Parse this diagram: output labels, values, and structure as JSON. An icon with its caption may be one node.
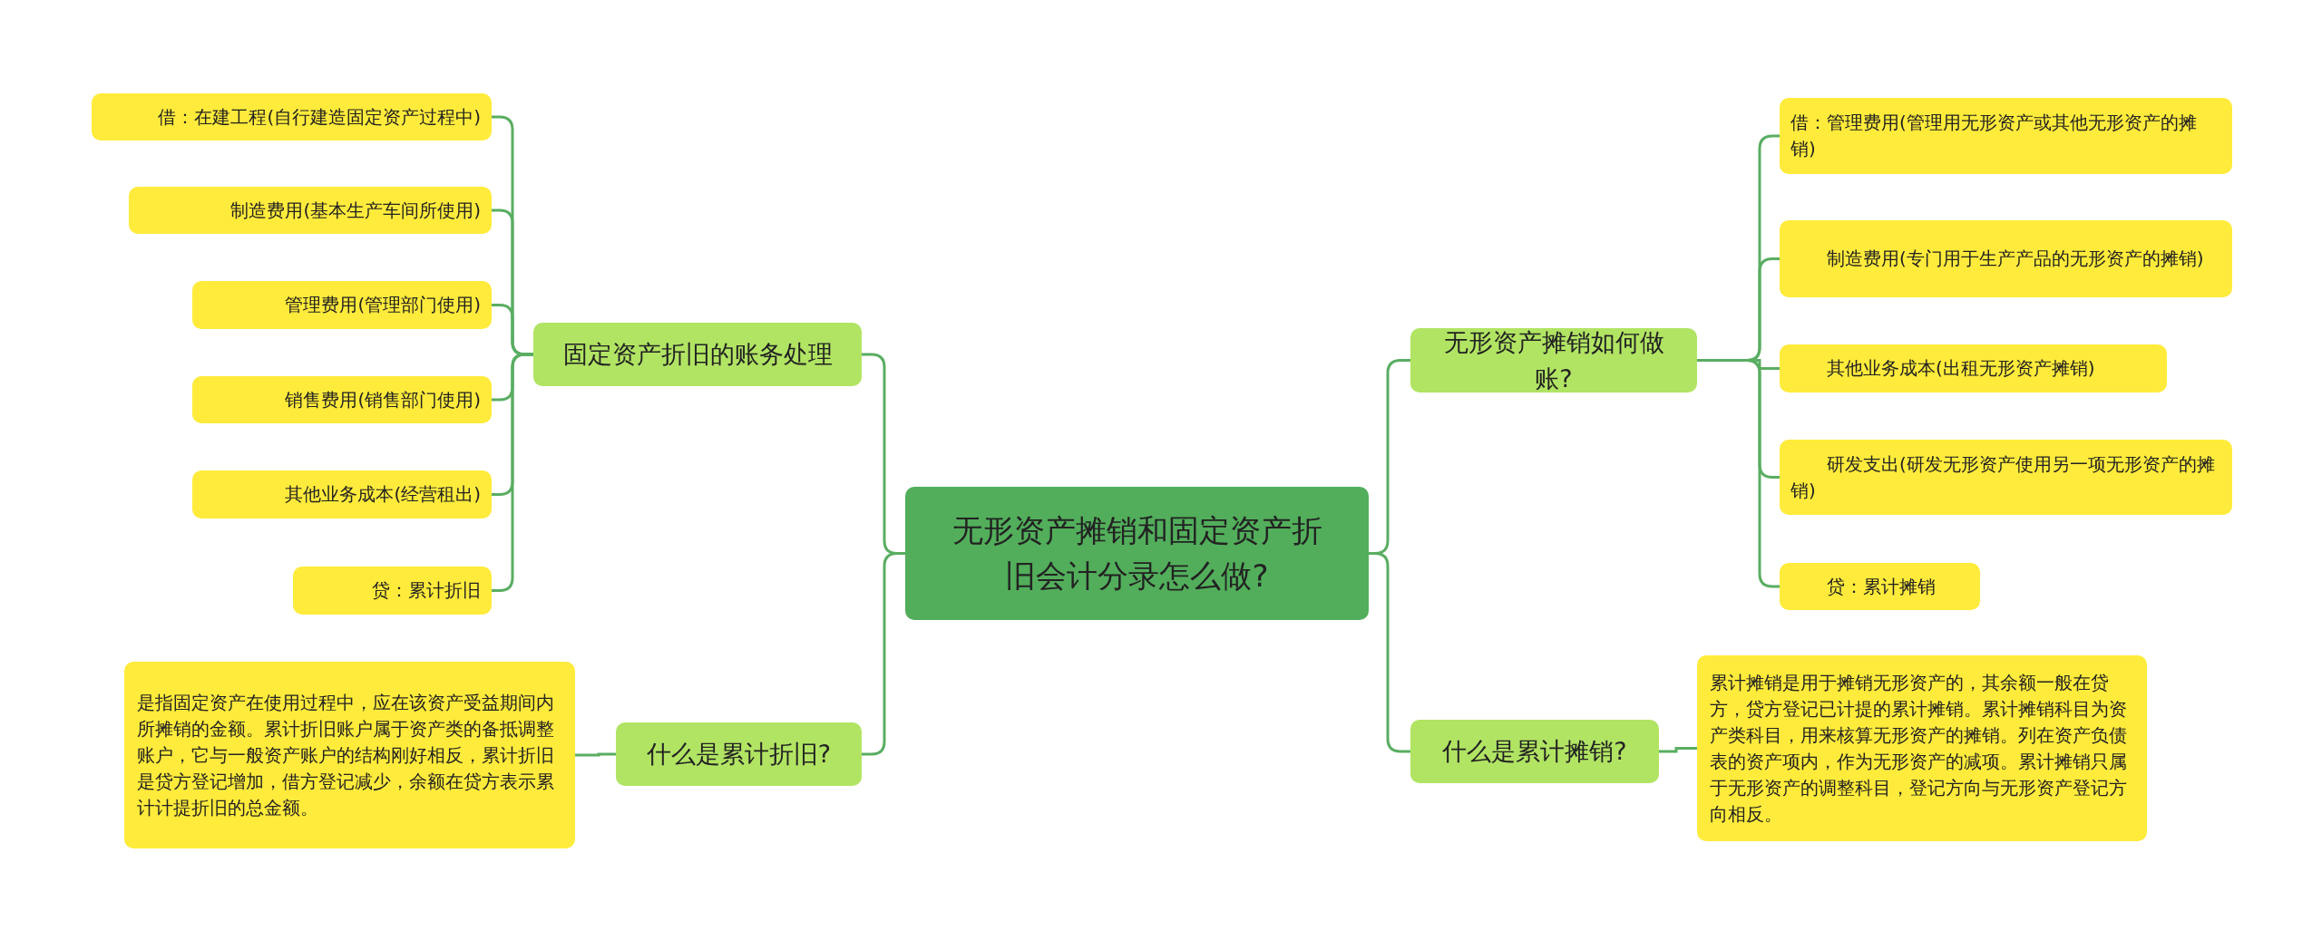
{
  "diagram": {
    "nodes": [
      {
        "text": [
          "无形资产摊销和固定资产折旧会计分录怎么做?"
        ]
      },
      {
        "text": [
          "固定资产折旧的账务处理"
        ]
      },
      {
        "text": [
          "借：在建工程(自行建造固定资产过程中)"
        ]
      },
      {
        "text": [
          "制造费用(基本生产车间所使用)"
        ]
      },
      {
        "text": [
          "管理费用(管理部门使用)"
        ]
      },
      {
        "text": [
          "销售费用(销售部门使用)"
        ]
      },
      {
        "text": [
          "其他业务成本(经营租出)"
        ]
      },
      {
        "text": [
          "贷：累计折旧"
        ]
      },
      {
        "text": [
          "什么是累计折旧?"
        ]
      },
      {
        "text": [
          "是指固定资产在使用过程中，应在该资产受益期间内所摊销的金额。累计折旧账户属于资产类的备抵调整账户，它与一般资产账户的结构刚好相反，累计折旧是贷方登记增加，借方登记减少，余额在贷方表示累计计提折旧的总金额。"
        ]
      },
      {
        "text": [
          "无形资产摊销如何做账?"
        ]
      },
      {
        "text": [
          "借：管理费用(管理用无形资产或其他无形资产的摊销)"
        ]
      },
      {
        "text": [
          "制造费用(专门用于生产产品的无形资产的摊销)"
        ]
      },
      {
        "text": [
          "其他业务成本(出租无形资产摊销)"
        ]
      },
      {
        "text": [
          "研发支出(研发无形资产使用另一项无形资产的摊销)"
        ]
      },
      {
        "text": [
          "贷：累计摊销"
        ]
      },
      {
        "text": [
          "什么是累计摊销?"
        ]
      },
      {
        "text": [
          "累计摊销是用于摊销无形资产的，其余额一般在贷方，贷方登记已计提的累计摊销。累计摊销科目为资产类科目，用来核算无形资产的摊销。列在资产负债表的资产项内，作为无形资产的减项。累计摊销只属于无形资产的调整科目，登记方向与无形资产登记方向相反。"
        ]
      }
    ],
    "edges": [
      {
        "from": 0,
        "to": 1,
        "arrow": "none"
      },
      {
        "from": 1,
        "to": 2,
        "arrow": "none"
      },
      {
        "from": 1,
        "to": 3,
        "arrow": "none"
      },
      {
        "from": 1,
        "to": 4,
        "arrow": "none"
      },
      {
        "from": 1,
        "to": 5,
        "arrow": "none"
      },
      {
        "from": 1,
        "to": 6,
        "arrow": "none"
      },
      {
        "from": 1,
        "to": 7,
        "arrow": "none"
      },
      {
        "from": 0,
        "to": 8,
        "arrow": "none"
      },
      {
        "from": 8,
        "to": 9,
        "arrow": "none"
      },
      {
        "from": 0,
        "to": 10,
        "arrow": "none"
      },
      {
        "from": 10,
        "to": 11,
        "arrow": "none"
      },
      {
        "from": 10,
        "to": 12,
        "arrow": "none"
      },
      {
        "from": 10,
        "to": 13,
        "arrow": "none"
      },
      {
        "from": 10,
        "to": 14,
        "arrow": "none"
      },
      {
        "from": 10,
        "to": 15,
        "arrow": "none"
      },
      {
        "from": 0,
        "to": 16,
        "arrow": "none"
      },
      {
        "from": 16,
        "to": 17,
        "arrow": "none"
      }
    ]
  }
}
